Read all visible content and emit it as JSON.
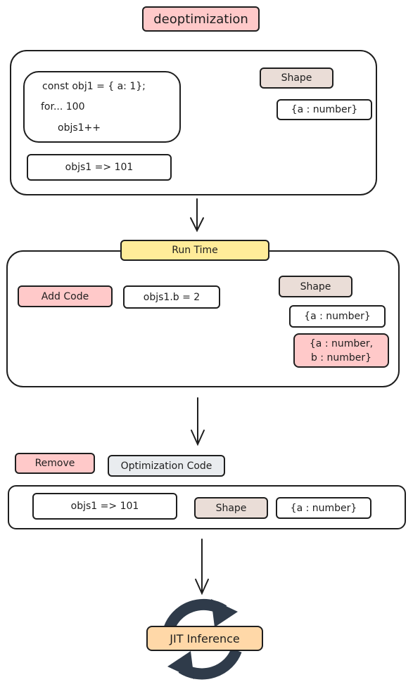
{
  "title": "deoptimization",
  "section1": {
    "code_lines": [
      "const obj1 = { a: 1};",
      "for... 100",
      "objs1++"
    ],
    "result": "objs1 => 101",
    "shape_label": "Shape",
    "shape_value": "{a : number}"
  },
  "section2": {
    "header": "Run Time",
    "add_code_label": "Add Code",
    "code": "objs1.b = 2",
    "shape_label": "Shape",
    "shape_value_1": "{a : number}",
    "shape_value_2_line1": "{a : number,",
    "shape_value_2_line2": "b : number}"
  },
  "section3": {
    "remove_label": "Remove",
    "optimization_label": "Optimization Code",
    "result": "objs1 => 101",
    "shape_label": "Shape",
    "shape_value": "{a : number}"
  },
  "jit_label": "JIT Inference",
  "colors": {
    "pink": "#ffc9c9",
    "beige": "#eaddd7",
    "gray": "#e9ecef",
    "yellow": "#ffec99",
    "orange": "#ffd8a8",
    "stroke": "#1e1e1e",
    "cycle_arrows": "#2f3b4a"
  },
  "icons": [
    "arrow-right-icon",
    "arrow-down-icon",
    "refresh-cycle-icon"
  ]
}
